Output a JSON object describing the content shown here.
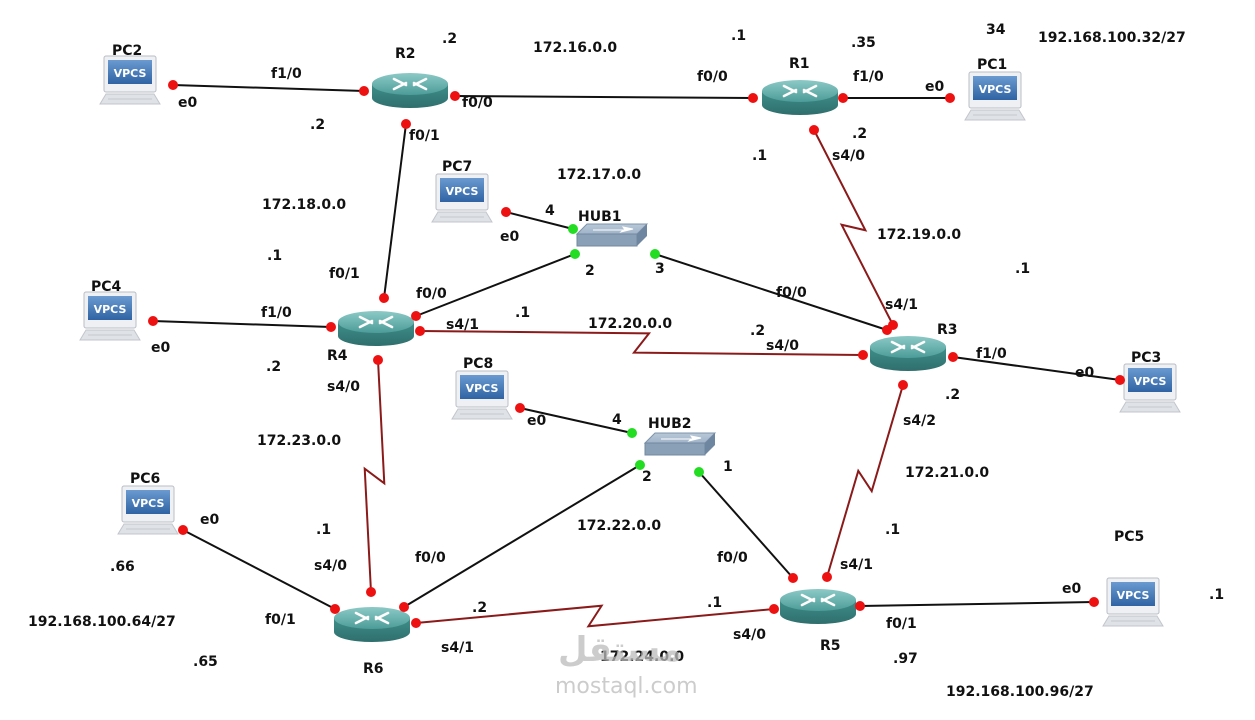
{
  "title": "Network topology",
  "colors": {
    "ethernet_link": "#111111",
    "serial_link": "#8b1a1a",
    "router_port": "#ee1111",
    "hub_port": "#22dd22",
    "router_body": "#3d8f8c",
    "hub_body": "#8fa8be",
    "vpcs_screen": "#3d73b4"
  },
  "routers": [
    {
      "id": "R1",
      "label": "R1"
    },
    {
      "id": "R2",
      "label": "R2"
    },
    {
      "id": "R3",
      "label": "R3"
    },
    {
      "id": "R4",
      "label": "R4"
    },
    {
      "id": "R5",
      "label": "R5"
    },
    {
      "id": "R6",
      "label": "R6"
    }
  ],
  "pcs": [
    {
      "id": "PC1",
      "label": "PC1",
      "screen": "VPCS"
    },
    {
      "id": "PC2",
      "label": "PC2",
      "screen": "VPCS"
    },
    {
      "id": "PC3",
      "label": "PC3",
      "screen": "VPCS"
    },
    {
      "id": "PC4",
      "label": "PC4",
      "screen": "VPCS"
    },
    {
      "id": "PC5",
      "label": "PC5",
      "screen": "VPCS"
    },
    {
      "id": "PC6",
      "label": "PC6",
      "screen": "VPCS"
    },
    {
      "id": "PC7",
      "label": "PC7",
      "screen": "VPCS"
    },
    {
      "id": "PC8",
      "label": "PC8",
      "screen": "VPCS"
    }
  ],
  "hubs": [
    {
      "id": "HUB1",
      "label": "HUB1"
    },
    {
      "id": "HUB2",
      "label": "HUB2"
    }
  ],
  "links": [
    {
      "from": "PC2",
      "to": "R2",
      "type": "ethernet",
      "from_if": "e0",
      "to_if": "f1/0"
    },
    {
      "from": "R2",
      "to": "R1",
      "type": "ethernet",
      "from_if": "f0/0",
      "to_if": "f0/0",
      "network": "172.16.0.0"
    },
    {
      "from": "R1",
      "to": "PC1",
      "type": "ethernet",
      "from_if": "f1/0",
      "to_if": "e0"
    },
    {
      "from": "R2",
      "to": "R4",
      "type": "ethernet",
      "from_if": "f0/1",
      "to_if": "f0/1",
      "network": "172.18.0.0"
    },
    {
      "from": "R1",
      "to": "R3",
      "type": "serial",
      "from_if": "s4/0",
      "to_if": "s4/1",
      "network": "172.19.0.0"
    },
    {
      "from": "PC7",
      "to": "HUB1",
      "type": "ethernet",
      "from_if": "e0",
      "to_if": "4"
    },
    {
      "from": "R4",
      "to": "HUB1",
      "type": "ethernet",
      "from_if": "f0/0",
      "to_if": "2",
      "network": "172.17.0.0"
    },
    {
      "from": "HUB1",
      "to": "R3",
      "type": "ethernet",
      "from_if": "3",
      "to_if": "f0/0"
    },
    {
      "from": "PC4",
      "to": "R4",
      "type": "ethernet",
      "from_if": "e0",
      "to_if": "f1/0"
    },
    {
      "from": "R4",
      "to": "R3",
      "type": "serial",
      "from_if": "s4/1",
      "to_if": "s4/0",
      "network": "172.20.0.0"
    },
    {
      "from": "R3",
      "to": "PC3",
      "type": "ethernet",
      "from_if": "f1/0",
      "to_if": "e0"
    },
    {
      "from": "R4",
      "to": "R6",
      "type": "serial",
      "from_if": "s4/0",
      "to_if": "s4/0",
      "network": "172.23.0.0"
    },
    {
      "from": "PC8",
      "to": "HUB2",
      "type": "ethernet",
      "from_if": "e0",
      "to_if": "4"
    },
    {
      "from": "R6",
      "to": "HUB2",
      "type": "ethernet",
      "from_if": "f0/0",
      "to_if": "2",
      "network": "172.22.0.0"
    },
    {
      "from": "HUB2",
      "to": "R5",
      "type": "ethernet",
      "from_if": "1",
      "to_if": "f0/0"
    },
    {
      "from": "R3",
      "to": "R5",
      "type": "serial",
      "from_if": "s4/2",
      "to_if": "s4/1",
      "network": "172.21.0.0"
    },
    {
      "from": "PC6",
      "to": "R6",
      "type": "ethernet",
      "from_if": "e0",
      "to_if": "f0/1"
    },
    {
      "from": "R6",
      "to": "R5",
      "type": "serial",
      "from_if": "s4/1",
      "to_if": "s4/0",
      "network": "172.24.0.0"
    },
    {
      "from": "R5",
      "to": "PC5",
      "type": "ethernet",
      "from_if": "f0/1",
      "to_if": "e0"
    }
  ],
  "interface_labels": {
    "pc2_e0": "e0",
    "r2_f1_0": "f1/0",
    "r2_f0_0": "f0/0",
    "r2_f0_1": "f0/1",
    "r1_f0_0": "f0/0",
    "r1_f1_0": "f1/0",
    "r1_s4_0": "s4/0",
    "pc1_e0": "e0",
    "pc7_e0": "e0",
    "hub1_p4": "4",
    "hub1_p2": "2",
    "hub1_p3": "3",
    "pc4_e0": "e0",
    "r4_f1_0": "f1/0",
    "r4_f0_1": "f0/1",
    "r4_f0_0": "f0/0",
    "r4_s4_1": "s4/1",
    "r4_s4_0": "s4/0",
    "r3_s4_1": "s4/1",
    "r3_f0_0": "f0/0",
    "r3_s4_0": "s4/0",
    "r3_f1_0": "f1/0",
    "r3_s4_2": "s4/2",
    "pc3_e0": "e0",
    "pc8_e0": "e0",
    "hub2_p4": "4",
    "hub2_p2": "2",
    "hub2_p1": "1",
    "pc6_e0": "e0",
    "r6_f0_1": "f0/1",
    "r6_s4_0": "s4/0",
    "r6_f0_0": "f0/0",
    "r6_s4_1": "s4/1",
    "r5_f0_0": "f0/0",
    "r5_s4_1": "s4/1",
    "r5_s4_0": "s4/0",
    "r5_f0_1": "f0/1",
    "pc5_e0": "e0"
  },
  "networks": {
    "n16": "172.16.0.0",
    "n17": "172.17.0.0",
    "n18": "172.18.0.0",
    "n19": "172.19.0.0",
    "n20": "172.20.0.0",
    "n21": "172.21.0.0",
    "n22": "172.22.0.0",
    "n23": "172.23.0.0",
    "n24": "172.24.0.0",
    "lan32": "192.168.100.32/27",
    "lan64": "192.168.100.64/27",
    "lan96": "192.168.100.96/27"
  },
  "host_addresses": {
    "a_r2_top": ".2",
    "a_r1_top": ".1",
    "a_r1_35": ".35",
    "a_pc1_34": "34",
    "a_pc2_2": ".2",
    "a_r1_s_1": ".1",
    "a_r1_s_2": ".2",
    "a_r4_1": ".1",
    "a_r3_1": ".1",
    "a_r4_s_1": ".1",
    "a_r3_s_2": ".2",
    "a_r4_2": ".2",
    "a_r3_s42_2": ".2",
    "a_r6_1": ".1",
    "a_r5_1": ".1",
    "a_pc6_66": ".66",
    "a_r6_65": ".65",
    "a_r6_s_2": ".2",
    "a_r5_s_1": ".1",
    "a_pc5_1": ".1",
    "a_r5_97": ".97"
  },
  "watermark": {
    "arabic": "مستقل",
    "latin": "mostaql.com"
  }
}
